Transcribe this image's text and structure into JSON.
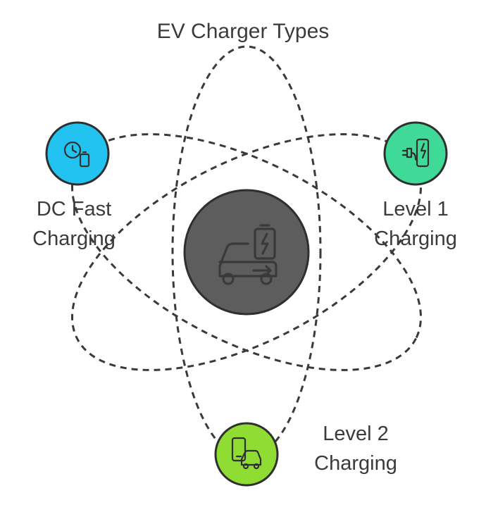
{
  "title": "EV Charger Types",
  "nodes": {
    "dc_fast": {
      "line1": "DC Fast",
      "line2": "Charging",
      "color": "#22c3f0",
      "icon": "clock-battery-icon"
    },
    "level1": {
      "line1": "Level 1",
      "line2": "Charging",
      "color": "#3fd998",
      "icon": "plug-phone-charge-icon"
    },
    "level2": {
      "line1": "Level 2",
      "line2": "Charging",
      "color": "#8fdc32",
      "icon": "phone-car-icon"
    }
  },
  "center": {
    "color": "#5d5d5d",
    "icon": "car-battery-charging-icon"
  }
}
